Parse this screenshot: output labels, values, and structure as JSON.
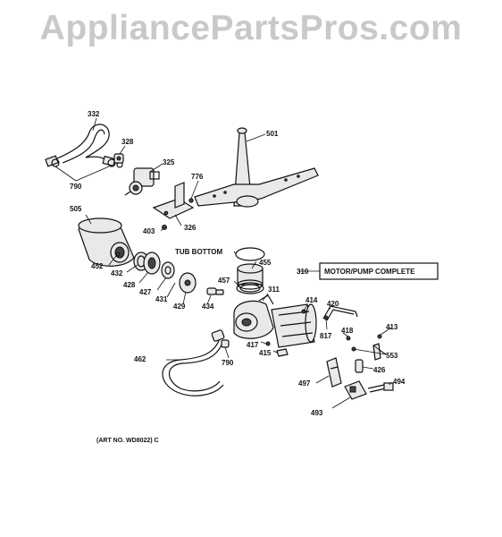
{
  "watermark": "AppliancePartsPros.com",
  "diagram": {
    "labels": {
      "p332": "332",
      "p328": "328",
      "p325": "325",
      "p790a": "790",
      "p776": "776",
      "p501": "501",
      "p505": "505",
      "p403": "403",
      "p326": "326",
      "tub_bottom": "TUB BOTTOM",
      "p455": "455",
      "p452": "452",
      "p432": "432",
      "p428": "428",
      "p427": "427",
      "p431": "431",
      "p429": "429",
      "p434": "434",
      "p457": "457",
      "p311": "311",
      "p310": "310",
      "motor_pump": "MOTOR/PUMP COMPLETE",
      "p414": "414",
      "p420": "420",
      "p417": "417",
      "p415": "415",
      "p817": "817",
      "p418": "418",
      "p413": "413",
      "p553": "553",
      "p462": "462",
      "p790b": "790",
      "p426": "426",
      "p497": "497",
      "p494": "494",
      "p493": "493",
      "art_no": "(ART NO. WD8022) C"
    }
  }
}
